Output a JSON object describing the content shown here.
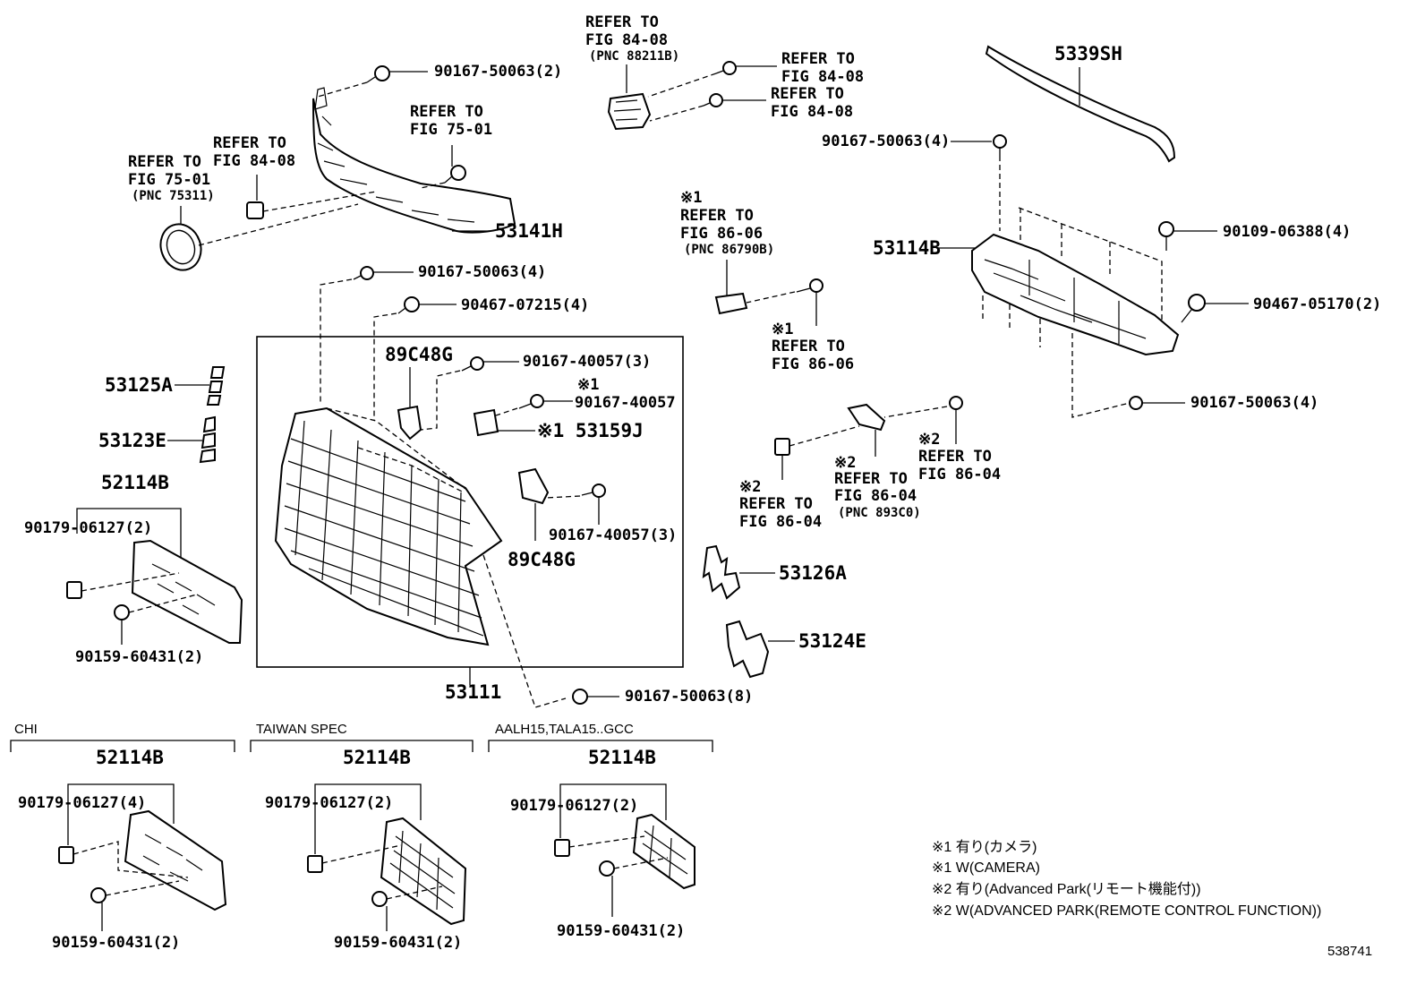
{
  "labels": {
    "refer_8408_top": [
      "REFER TO",
      "FIG 84-08",
      "(PNC 88211B)"
    ],
    "refer_8408_r1": [
      "REFER TO",
      "FIG 84-08"
    ],
    "refer_8408_r2": [
      "REFER TO",
      "FIG 84-08"
    ],
    "p5339sh": "5339SH",
    "p90167_50063_2": "90167-50063(2)",
    "refer_7501_a": [
      "REFER TO",
      "FIG 75-01"
    ],
    "refer_8408_left": [
      "REFER TO",
      "FIG 84-08"
    ],
    "refer_7501_b": [
      "REFER TO",
      "FIG 75-01",
      "(PNC 75311)"
    ],
    "p53141h": "53141H",
    "p90167_50063_4_top": "90167-50063(4)",
    "star1_refer_8606_top": [
      "※1",
      "REFER TO",
      "FIG 86-06",
      "(PNC 86790B)"
    ],
    "p53114b": "53114B",
    "p90109_06388": "90109-06388(4)",
    "p90167_50063_4_grille": "90167-50063(4)",
    "p90467_07215": "90467-07215(4)",
    "p90467_05170": "90467-05170(2)",
    "star1_refer_8606_bot": [
      "※1",
      "REFER TO",
      "FIG 86-06"
    ],
    "p89c48g_top": "89C48G",
    "p90167_40057_3_top": "90167-40057(3)",
    "p53125a": "53125A",
    "star1_90167_40057": [
      "※1",
      "90167-40057"
    ],
    "p53159j": "※1 53159J",
    "p90167_50063_4_right": "90167-50063(4)",
    "p53123e": "53123E",
    "star2_refer_8604_right": [
      "※2",
      "REFER TO",
      "FIG 86-04"
    ],
    "star2_refer_8604_mid": [
      "※2",
      "REFER TO",
      "FIG 86-04",
      "(PNC 893C0)"
    ],
    "star2_refer_8604_left": [
      "※2",
      "REFER TO",
      "FIG 86-04"
    ],
    "p52114b_main": "52114B",
    "p90179_06127_2_main": "90179-06127(2)",
    "p90167_40057_3_bot": "90167-40057(3)",
    "p89c48g_bot": "89C48G",
    "p53126a": "53126A",
    "p53124e": "53124E",
    "p90159_60431_2_main": "90159-60431(2)",
    "p53111": "53111",
    "p90167_50063_8": "90167-50063(8)"
  },
  "sections": [
    {
      "title": "CHI",
      "part": "52114B",
      "clip": "90179-06127(4)",
      "bolt": "90159-60431(2)"
    },
    {
      "title": "TAIWAN SPEC",
      "part": "52114B",
      "clip": "90179-06127(2)",
      "bolt": "90159-60431(2)"
    },
    {
      "title": "AALH15,TALA15..GCC",
      "part": "52114B",
      "clip": "90179-06127(2)",
      "bolt": "90159-60431(2)"
    }
  ],
  "notes": [
    "※1 有り(カメラ)",
    "※1 W(CAMERA)",
    "※2 有り(Advanced Park(リモート機能付))",
    "※2 W(ADVANCED PARK(REMOTE CONTROL FUNCTION))"
  ],
  "illustration_number": "538741"
}
